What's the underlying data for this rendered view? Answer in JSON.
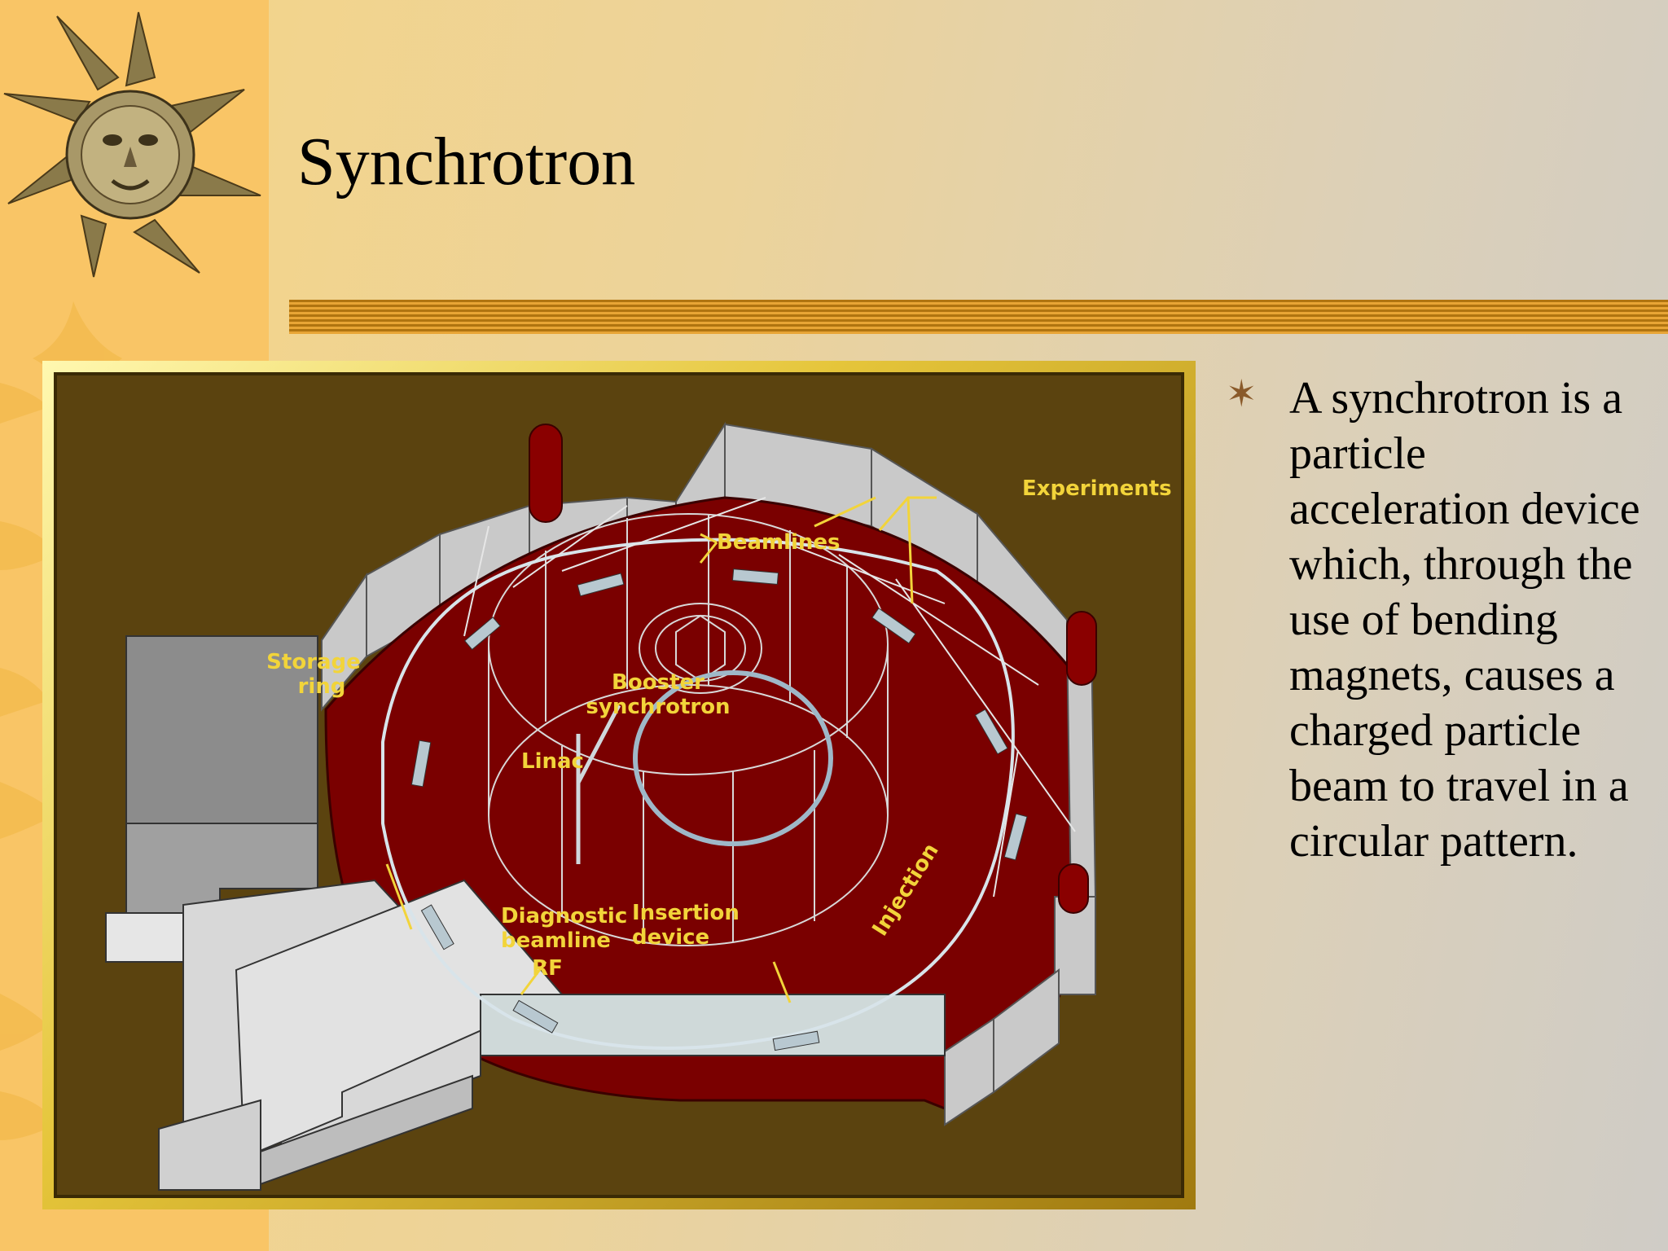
{
  "slide": {
    "title": "Synchrotron",
    "bullets": [
      "A synchrotron is a particle acceleration device which, through the use of bending magnets, causes a charged particle beam to travel in a circular pattern."
    ]
  },
  "diagram": {
    "labels": {
      "experiments": "Experiments",
      "beamlines": "Beamlines",
      "storage_ring_1": "Storage",
      "storage_ring_2": "ring",
      "booster_1": "Booster",
      "booster_2": "synchrotron",
      "linac": "Linac",
      "injection": "Injection",
      "diagnostic_1": "Diagnostic",
      "diagnostic_2": "beamline",
      "insertion_1": "Insertion",
      "insertion_2": "device",
      "rf": "RF"
    }
  },
  "colors": {
    "left_band": "#f9c566",
    "rule": "#b07410",
    "diagram_floor": "#7a0000",
    "diagram_background": "#5b430f",
    "label_yellow": "#f2d43a"
  },
  "icons": [
    "sun-face-icon",
    "star-bullet-icon"
  ]
}
